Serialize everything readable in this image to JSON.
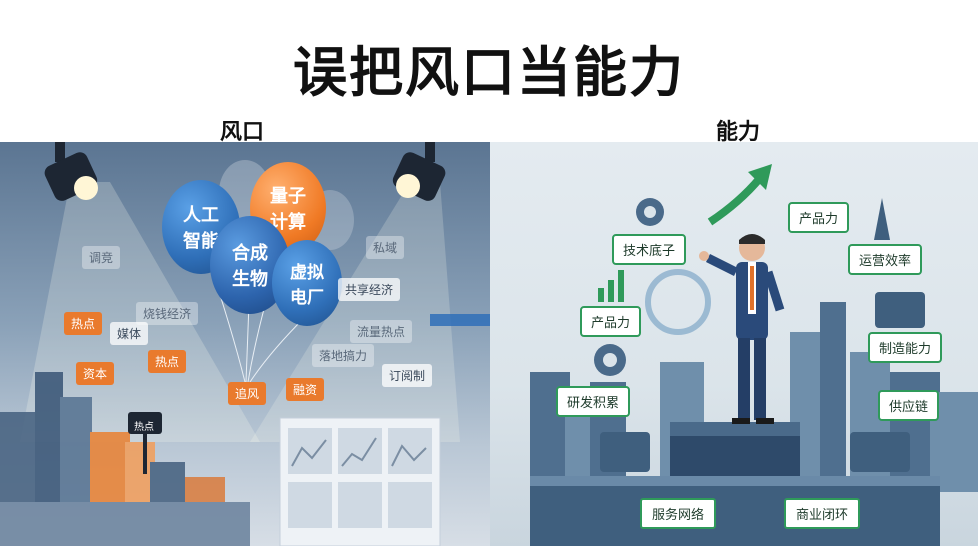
{
  "title": "误把风口当能力",
  "left": {
    "label": "风口",
    "balloons": [
      "人工\n智能",
      "量子\n计算",
      "合成\n生物",
      "虚拟\n电厂"
    ],
    "balloon_colors": [
      "#2f6fb8",
      "#f07a25",
      "#2d64ad",
      "#2f6fb8"
    ],
    "tags_orange": [
      "热点",
      "资本",
      "热点",
      "追风",
      "融资"
    ],
    "tags_white": [
      "共享经济",
      "订阅制",
      "媒体"
    ],
    "tags_faded": [
      "调竞",
      "烧钱经济",
      "流量热点",
      "落地搞力",
      "私域"
    ],
    "billboard": "热点",
    "charts_hint": "chart-icons"
  },
  "right": {
    "label": "能力",
    "tags": [
      "技术底子",
      "产品力",
      "研发积累",
      "产品力",
      "运营效率",
      "制造能力",
      "供应链"
    ],
    "base_tags": [
      "服务网络",
      "商业闭环"
    ]
  },
  "colors": {
    "accent_green": "#2f9a5a",
    "arrow_blue": "#2f6fb8",
    "orange": "#e97a2d"
  }
}
